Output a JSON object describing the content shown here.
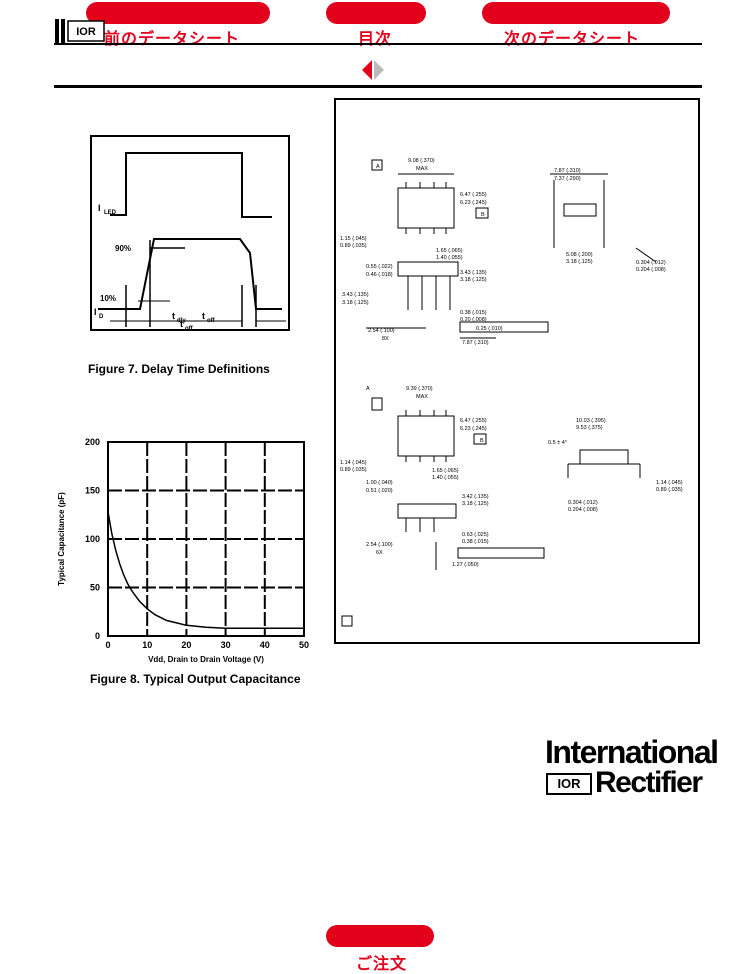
{
  "nav": {
    "prev_label": "前のデータシート",
    "index_label": "目次",
    "next_label": "次のデータシート",
    "order_label": "ご注文",
    "accent": "#e3001b"
  },
  "header": {
    "logo_text": "IOR"
  },
  "figure7": {
    "caption": "Figure 7. Delay Time Definitions",
    "label_led": "I",
    "label_led_sub": "LED",
    "label_90": "90%",
    "label_10": "10%",
    "label_ib": "I",
    "label_ib_sub": "D",
    "label_tdly": "t",
    "label_tdly_sub": "dly",
    "label_toff_inner": "t",
    "label_toff_inner_sub": "off",
    "label_toff": "t",
    "label_toff_sub": "off"
  },
  "figure8": {
    "caption": "Figure 8. Typical Output Capacitance"
  },
  "chart_data": {
    "type": "line",
    "title": "",
    "xlabel": "Vdd, Drain to Drain Voltage (V)",
    "ylabel": "Typical Capacitance (pF)",
    "xlim": [
      0,
      50
    ],
    "ylim": [
      0,
      200
    ],
    "xticks": [
      0,
      10,
      20,
      30,
      40,
      50
    ],
    "yticks": [
      0,
      50,
      100,
      150,
      200
    ],
    "grid": true,
    "series": [
      {
        "x": [
          0,
          1,
          2,
          3,
          4,
          5,
          6,
          8,
          10,
          12,
          15,
          18,
          20,
          25,
          30,
          35,
          40,
          45,
          50
        ],
        "y": [
          128,
          105,
          88,
          74,
          63,
          54,
          47,
          36,
          28,
          22,
          16,
          13,
          11,
          9,
          8,
          8,
          8,
          8,
          8
        ]
      }
    ]
  },
  "dims_top_left": [
    "A",
    "9.08 (.370)",
    "MAX",
    "B",
    "6.47 (.255)",
    "6.23 (.245)",
    "1.15 (.045)",
    "0.89 (.035)",
    "1.65 (.065)",
    "1.40 (.055)",
    "0.55 (.022)",
    "0.46 (.018)",
    "3.43 (.135)",
    "3.18 (.125)",
    "3.43 (.135)",
    "3.18 (.125)",
    "0.38 (.015)",
    "0.20 (.008)",
    "2.54 (.100)",
    "8X",
    "0.25 (.010)",
    "7.87 (.310)"
  ],
  "dims_top_right": [
    "7.87 (.310)",
    "7.37 (.290)",
    "5.08 (.200)",
    "3.18 (.125)",
    "0.304 (.012)",
    "0.204 (.008)"
  ],
  "dims_bottom_left": [
    "A",
    "9.39 (.370)",
    "MAX",
    "B",
    "6.47 (.255)",
    "6.23 (.245)",
    "1.14 (.045)",
    "0.89 (.035)",
    "1.65 (.065)",
    "1.40 (.055)",
    "1.00 (.040)",
    "0.51 (.020)",
    "3.42 (.135)",
    "3.18 (.125)",
    "0.63 (.025)",
    "0.38 (.015)",
    "2.54 (.100)",
    "6X",
    "1.27 (.050)"
  ],
  "dims_bottom_right": [
    "10.03 (.395)",
    "9.53 (.375)",
    "0.5 ± 4°",
    "1.14 (.045)",
    "0.89 (.035)",
    "0.304 (.012)",
    "0.204 (.008)"
  ],
  "brand": {
    "line1": "International",
    "logo": "IOR",
    "line2": "Rectifier"
  }
}
